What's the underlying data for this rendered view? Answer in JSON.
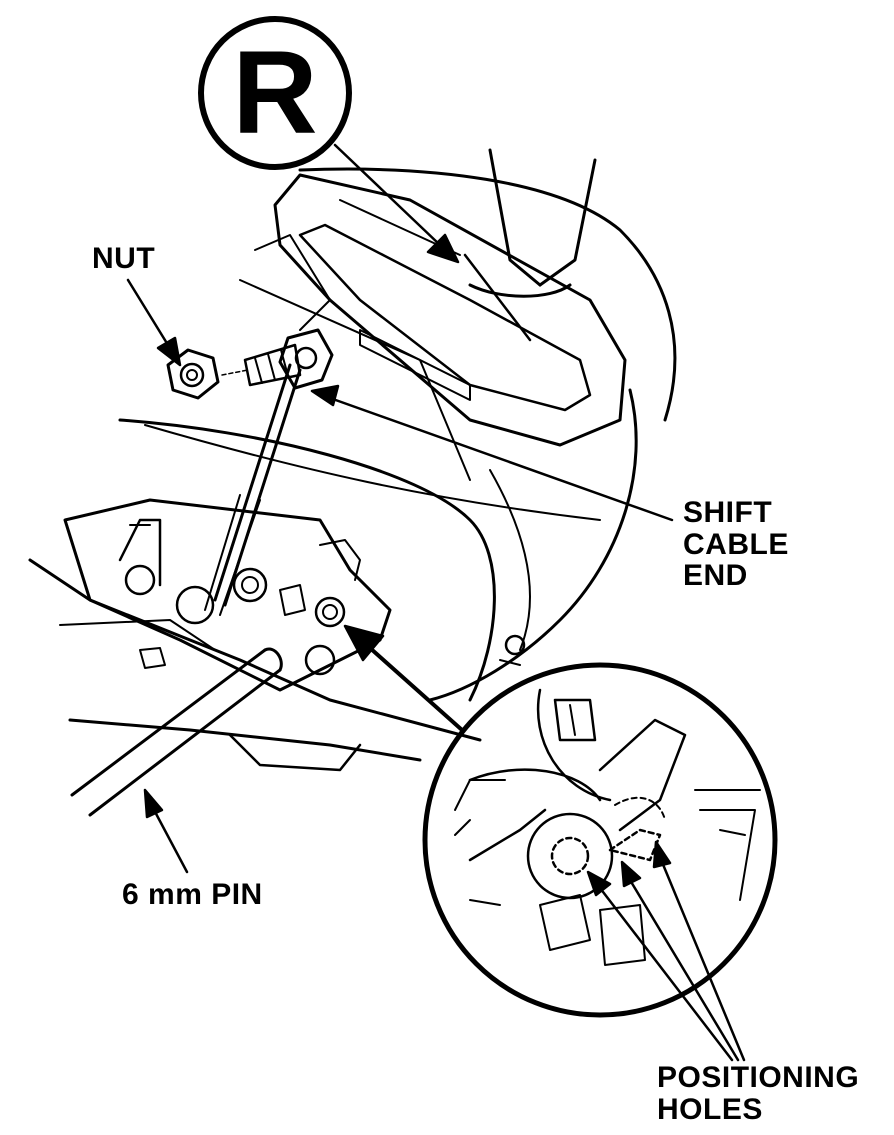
{
  "badge": {
    "letter": "R"
  },
  "labels": {
    "nut": "NUT",
    "shift_cable_end": [
      "SHIFT",
      "CABLE",
      "END"
    ],
    "pin": "6 mm PIN",
    "positioning_holes": [
      "POSITIONING",
      "HOLES"
    ]
  }
}
